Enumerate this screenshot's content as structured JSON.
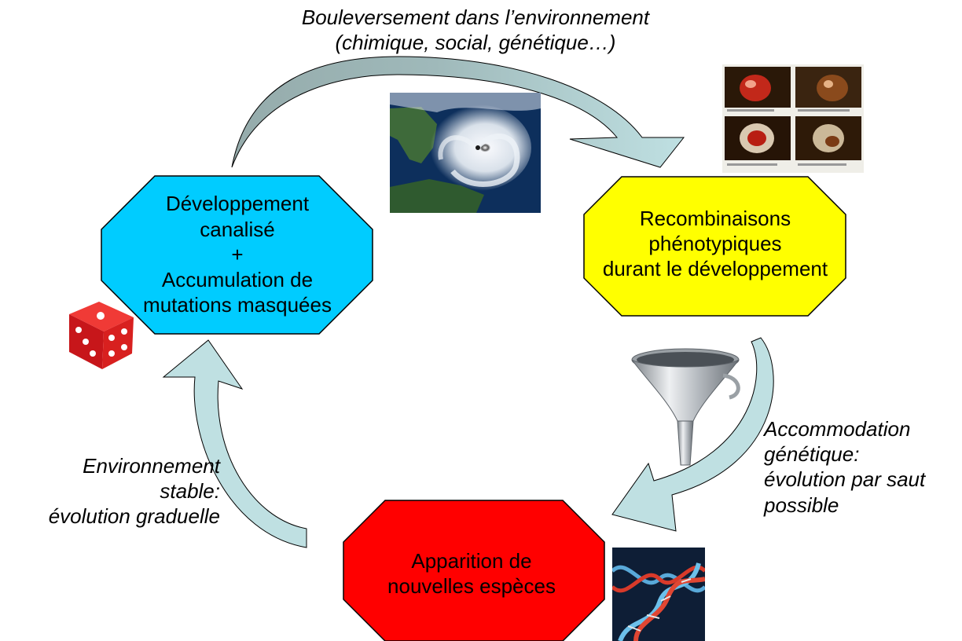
{
  "nodes": {
    "top_left": {
      "lines": [
        "Développement",
        "canalisé",
        "+",
        "Accumulation de",
        "mutations masquées"
      ],
      "fill": "#00ccff"
    },
    "right": {
      "lines": [
        "Recombinaisons",
        "phénotypiques",
        "durant le développement"
      ],
      "fill": "#ffff00"
    },
    "bottom": {
      "lines": [
        "Apparition de",
        "nouvelles espèces"
      ],
      "fill": "#ff0000"
    }
  },
  "captions": {
    "top": [
      "Bouleversement dans l’environnement",
      "(chimique, social, génétique…)"
    ],
    "right": [
      "Accommodation",
      "génétique:",
      "évolution par saut",
      "possible"
    ],
    "left": [
      "Environnement",
      "stable:",
      "évolution graduelle"
    ]
  },
  "pictures": {
    "hurricane": "hurricane-satellite-image",
    "fly_eyes": "fly-eye-mutant-photos",
    "funnel": "metal-funnel",
    "dice": "red-dice",
    "dna": "dna-double-helix"
  },
  "colors": {
    "arrow_fill": "#bfe0e2",
    "arrow_fill_dark": "#95abab",
    "outline": "#000000"
  }
}
